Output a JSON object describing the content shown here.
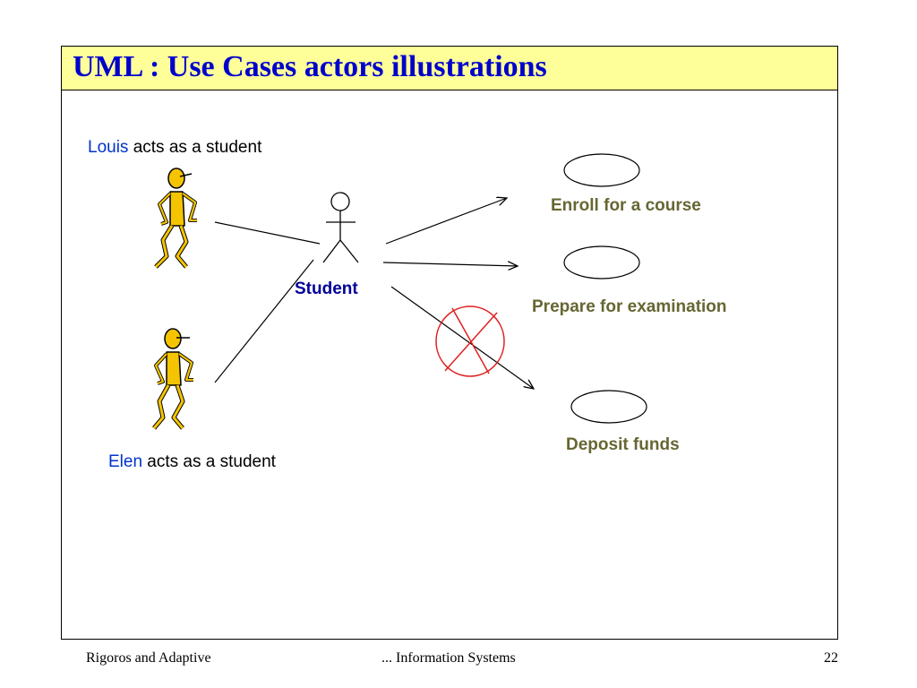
{
  "slide": {
    "title": "UML : Use Cases actors illustrations",
    "page_number": "22"
  },
  "captions": {
    "louis": {
      "name": "Louis",
      "rest": " acts as a student"
    },
    "elen": {
      "name": "Elen",
      "rest": " acts as a student"
    }
  },
  "actor": {
    "label": "Student"
  },
  "use_cases": {
    "enroll": "Enroll for a course",
    "prepare": "Prepare for examination",
    "deposit": "Deposit funds"
  },
  "footer": {
    "left": "Rigoros and Adaptive",
    "center": "... Information Systems"
  },
  "colors": {
    "title_text": "#0000cc",
    "title_bg": "#ffff99",
    "use_case_text": "#666633",
    "actor_label": "#000099",
    "cross": "#e02020",
    "figure_fill": "#f5c400"
  }
}
